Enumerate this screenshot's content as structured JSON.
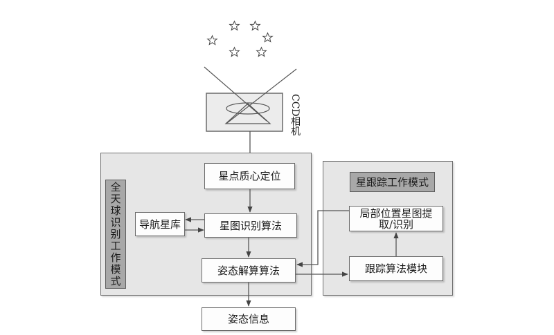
{
  "diagram": {
    "camera_label": "CCD相机",
    "all_sky_mode": {
      "title": "全天球识别工作模式",
      "nodes": {
        "centroid": "星点质心定位",
        "star_id": "星图识别算法",
        "nav_catalog": "导航星库",
        "attitude_solve": "姿态解算算法"
      }
    },
    "tracking_mode": {
      "title": "星跟踪工作模式",
      "nodes": {
        "local_id": "局部位置星图提取/识别",
        "tracking": "跟踪算法模块"
      }
    },
    "output": "姿态信息",
    "colors": {
      "panel": "#e6e6e6",
      "title_fill": "#a8a8a8",
      "box_fill": "#fdfdfd",
      "line": "#555555"
    }
  }
}
